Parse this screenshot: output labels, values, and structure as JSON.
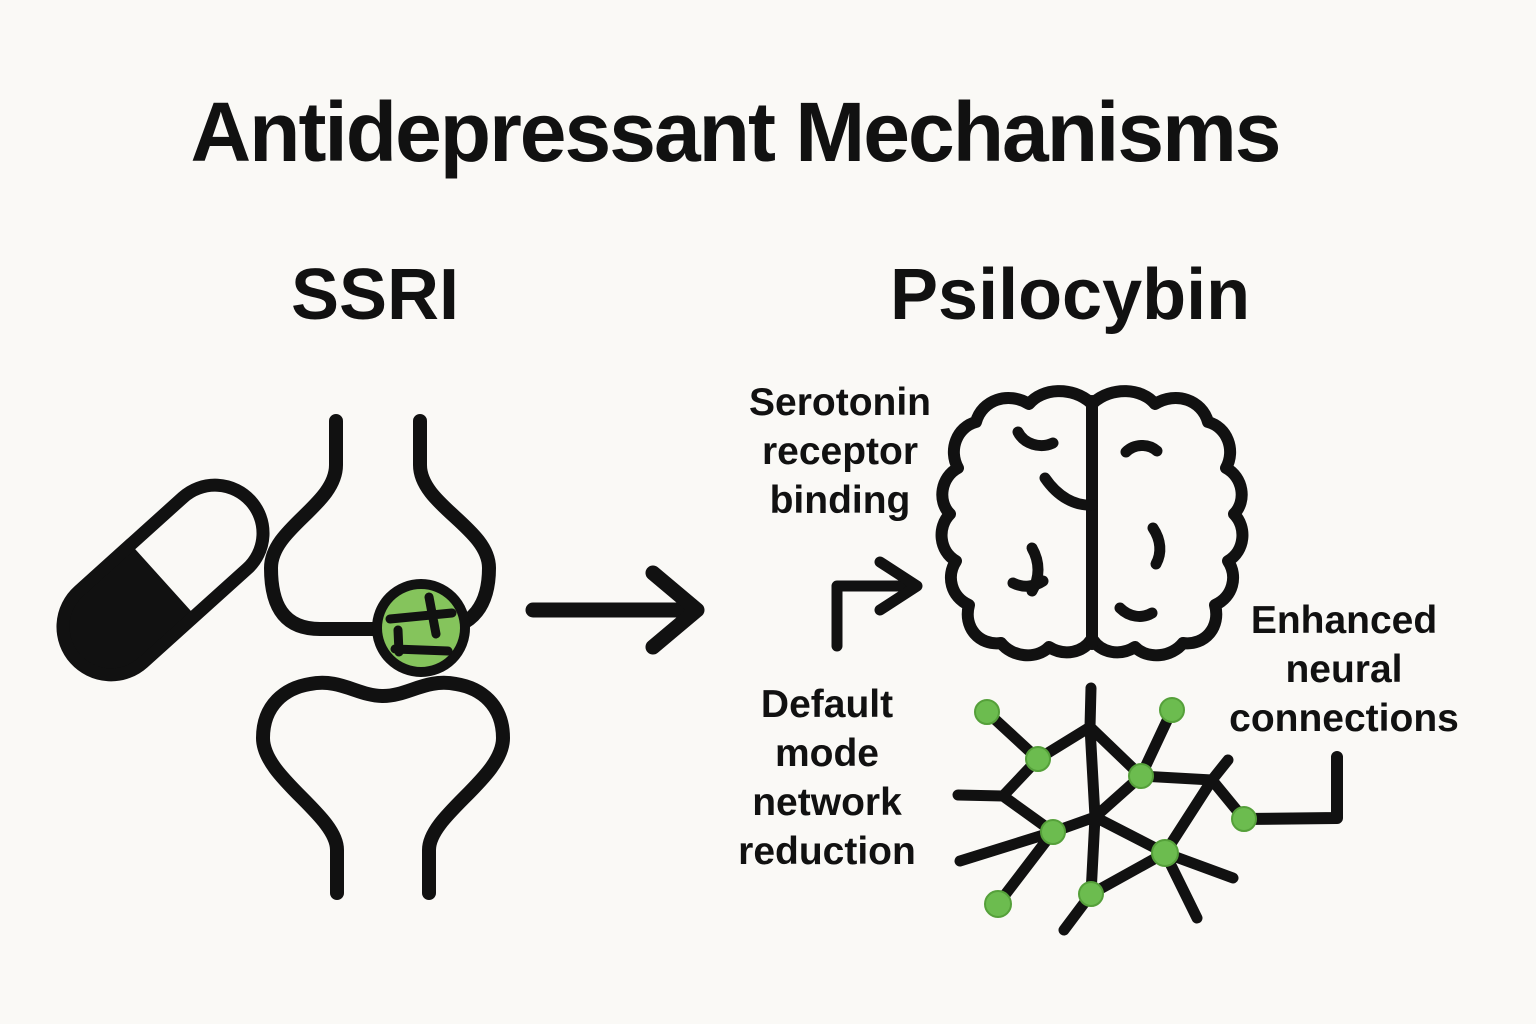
{
  "title": "Antidepressant Mechanisms",
  "sections": {
    "ssri": {
      "heading": "SSRI"
    },
    "psilocybin": {
      "heading": "Psilocybin"
    }
  },
  "labels": {
    "serotonin_receptor_binding": "Serotonin receptor binding",
    "default_mode_network_reduction": "Default mode network reduction",
    "enhanced_neural_connections": "Enhanced neural connections"
  },
  "icons": {
    "pill": "pill-capsule-icon",
    "synapse": "synapse-icon",
    "vesicle": "serotonin-vesicle-icon",
    "flow_arrow": "right-arrow-icon",
    "binding_arrow": "up-right-elbow-arrow-icon",
    "brain": "brain-icon",
    "network": "neural-network-icon"
  },
  "colors": {
    "background": "#faf9f6",
    "ink": "#111111",
    "node_green": "#6cbc4f",
    "vesicle_green": "#85c45c"
  }
}
